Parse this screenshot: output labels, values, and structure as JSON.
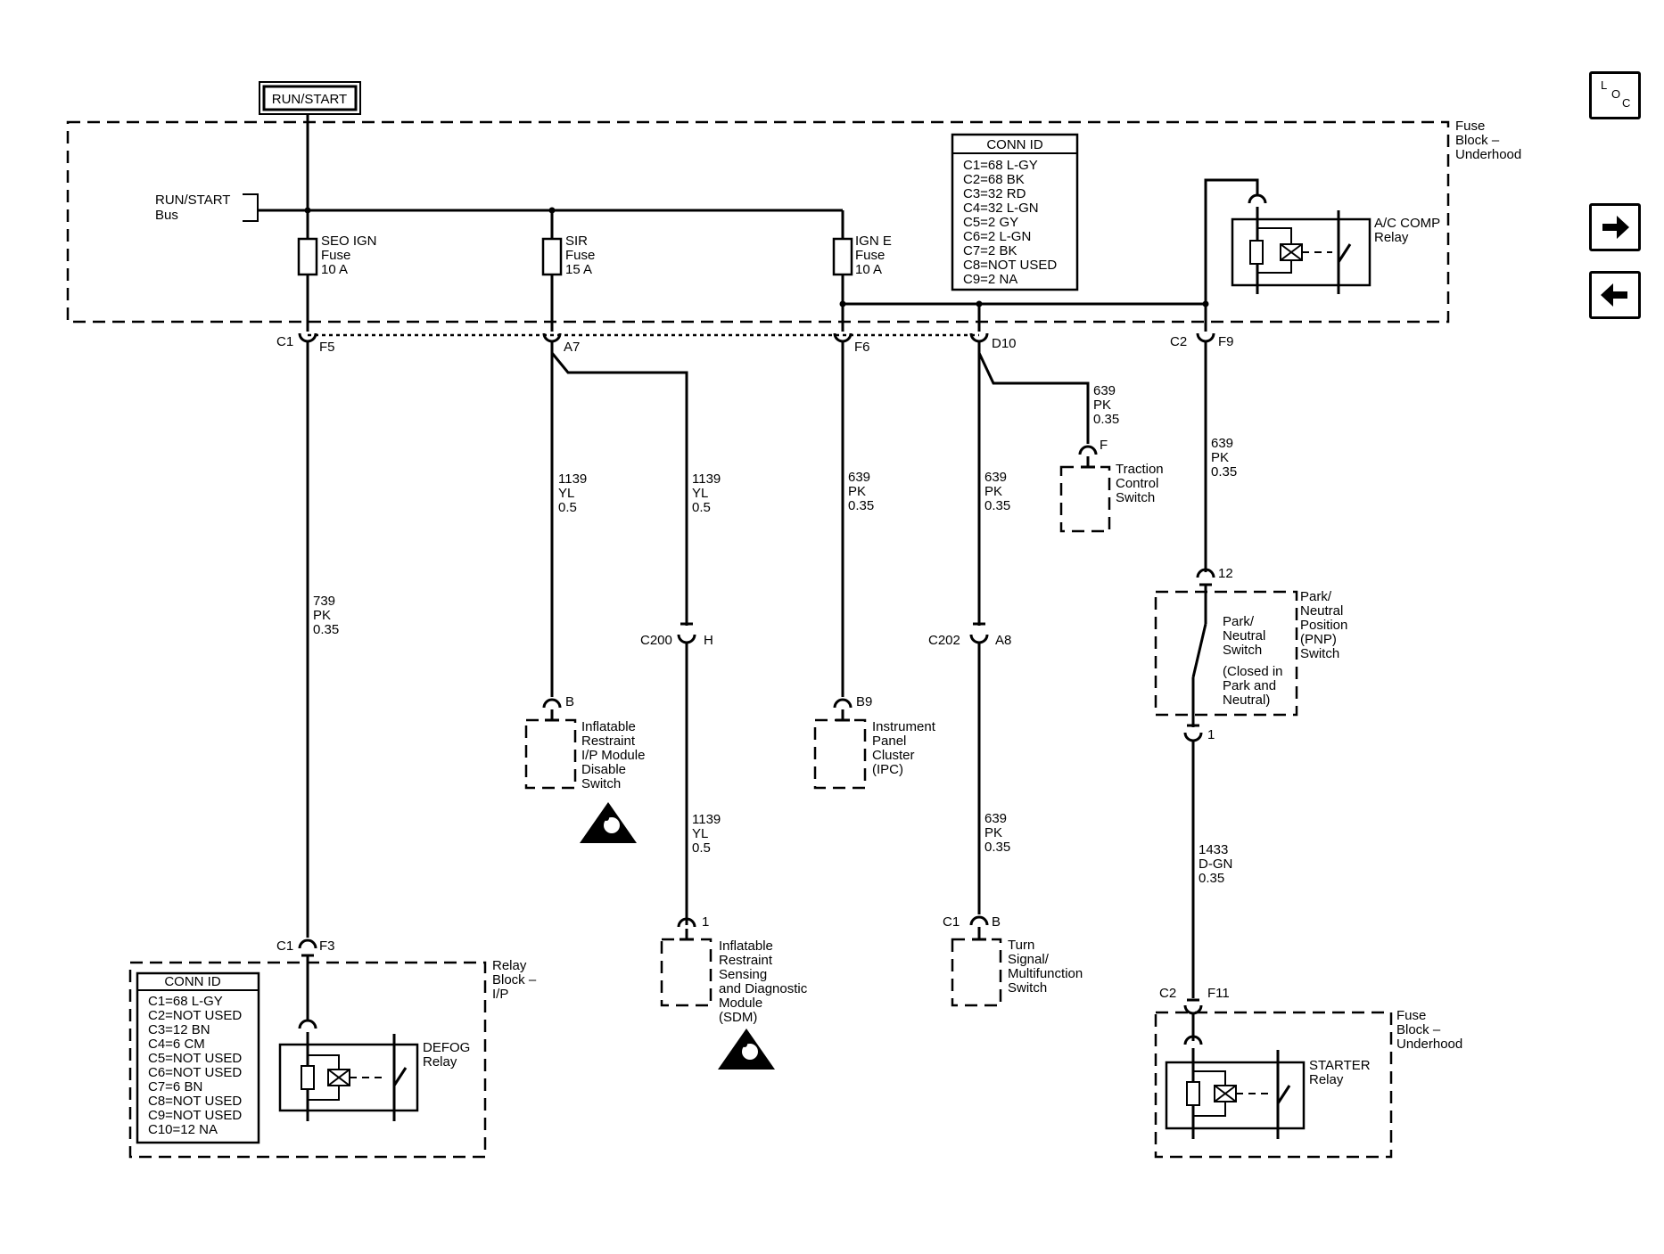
{
  "source": "RUN/START",
  "fuse_block_top": [
    "Fuse",
    "Block –",
    "Underhood"
  ],
  "bus_label": [
    "RUN/START",
    "Bus"
  ],
  "fuses": [
    {
      "name": [
        "SEO IGN",
        "Fuse",
        "10 A"
      ]
    },
    {
      "name": [
        "SIR",
        "Fuse",
        "15 A"
      ]
    },
    {
      "name": [
        "IGN E",
        "Fuse",
        "10 A"
      ]
    }
  ],
  "conn_id_top": {
    "title": "CONN ID",
    "rows": [
      "C1=68 L-GY",
      "C2=68 BK",
      "C3=32 RD",
      "C4=32 L-GN",
      "C5=2 GY",
      "C6=2 L-GN",
      "C7=2 BK",
      "C8=NOT USED",
      "C9=2 NA"
    ]
  },
  "ac_relay": [
    "A/C COMP",
    "Relay"
  ],
  "connectors": {
    "c1_f5": [
      "C1",
      "F5"
    ],
    "a7": "A7",
    "f6": "F6",
    "d10": "D10",
    "c2_f9": [
      "C2",
      "F9"
    ],
    "c200_h": [
      "C200",
      "H"
    ],
    "c202_a8": [
      "C202",
      "A8"
    ],
    "b": "B",
    "b9": "B9",
    "one": "1",
    "c1_b": [
      "C1",
      "B"
    ],
    "f": "F",
    "twelve": "12",
    "c1_f3": [
      "C1",
      "F3"
    ],
    "c2_f11": [
      "C2",
      "F11"
    ]
  },
  "wires": {
    "w739": [
      "739",
      "PK",
      "0.35"
    ],
    "w1139a": [
      "1139",
      "YL",
      "0.5"
    ],
    "w1139b": [
      "1139",
      "YL",
      "0.5"
    ],
    "w1139c": [
      "1139",
      "YL",
      "0.5"
    ],
    "w639a": [
      "639",
      "PK",
      "0.35"
    ],
    "w639b": [
      "639",
      "PK",
      "0.35"
    ],
    "w639c": [
      "639",
      "PK",
      "0.35"
    ],
    "w639d": [
      "639",
      "PK",
      "0.35"
    ],
    "w639e": [
      "639",
      "PK",
      "0.35"
    ],
    "w1433": [
      "1433",
      "D-GN",
      "0.35"
    ]
  },
  "components": {
    "ir_switch": [
      "Inflatable",
      "Restraint",
      "I/P Module",
      "Disable",
      "Switch"
    ],
    "sdm": [
      "Inflatable",
      "Restraint",
      "Sensing",
      "and Diagnostic",
      "Module",
      "(SDM)"
    ],
    "ipc": [
      "Instrument",
      "Panel",
      "Cluster",
      "(IPC)"
    ],
    "turn": [
      "Turn",
      "Signal/",
      "Multifunction",
      "Switch"
    ],
    "traction": [
      "Traction",
      "Control",
      "Switch"
    ],
    "pnp_inner": [
      "Park/",
      "Neutral",
      "Switch"
    ],
    "pnp_note": [
      "(Closed in",
      "Park and",
      "Neutral)"
    ],
    "pnp_outer": [
      "Park/",
      "Neutral",
      "Position",
      "(PNP)",
      "Switch"
    ]
  },
  "relay_block": [
    "Relay",
    "Block –",
    "I/P"
  ],
  "conn_id_bottom": {
    "title": "CONN ID",
    "rows": [
      "C1=68 L-GY",
      "C2=NOT USED",
      "C3=12 BN",
      "C4=6 CM",
      "C5=NOT USED",
      "C6=NOT USED",
      "C7=6 BN",
      "C8=NOT USED",
      "C9=NOT USED",
      "C10=12 NA"
    ]
  },
  "defog_relay": [
    "DEFOG",
    "Relay"
  ],
  "fuse_block_bottom": [
    "Fuse",
    "Block –",
    "Underhood"
  ],
  "starter_relay": [
    "STARTER",
    "Relay"
  ],
  "nav": {
    "loc": [
      "L",
      "O",
      "C"
    ],
    "next": "next-arrow",
    "prev": "prev-arrow"
  }
}
